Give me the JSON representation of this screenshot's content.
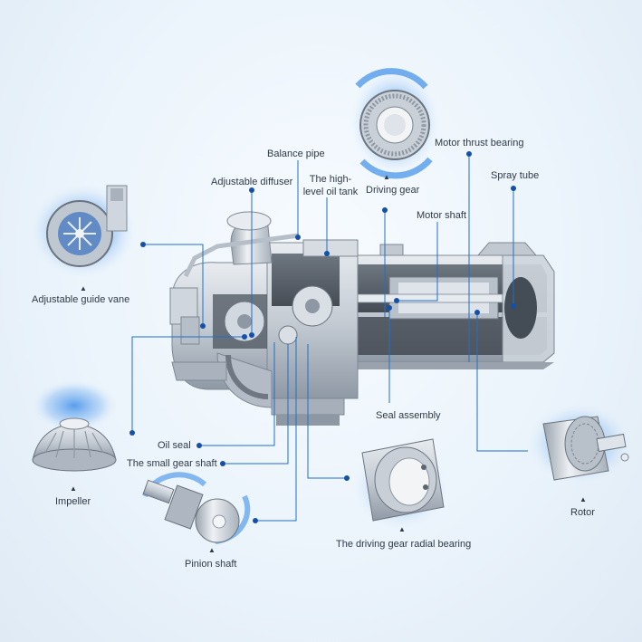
{
  "colors": {
    "leader": "#1f6fc9",
    "dot": "#1450a8",
    "glow": "#3d8ee8",
    "metal": "#c9d0d8",
    "metal_dark": "#8e98a4",
    "text": "#2e3a46"
  },
  "labels": {
    "balance_pipe": "Balance pipe",
    "motor_thrust_bearing": "Motor thrust bearing",
    "adjustable_diffuser": "Adjustable diffuser",
    "high_level_oil_tank": "The high-\nlevel oil tank",
    "driving_gear": "Driving gear",
    "spray_tube": "Spray tube",
    "motor_shaft": "Motor shaft",
    "adjustable_guide_vane": "Adjustable guide vane",
    "seal_assembly": "Seal assembly",
    "oil_seal": "Oil seal",
    "small_gear_shaft": "The small gear shaft",
    "impeller": "Impeller",
    "rotor": "Rotor",
    "driving_gear_radial_bearing": "The driving gear radial bearing",
    "pinion_shaft": "Pinion shaft"
  },
  "markers": {
    "up_triangle": "▲"
  }
}
